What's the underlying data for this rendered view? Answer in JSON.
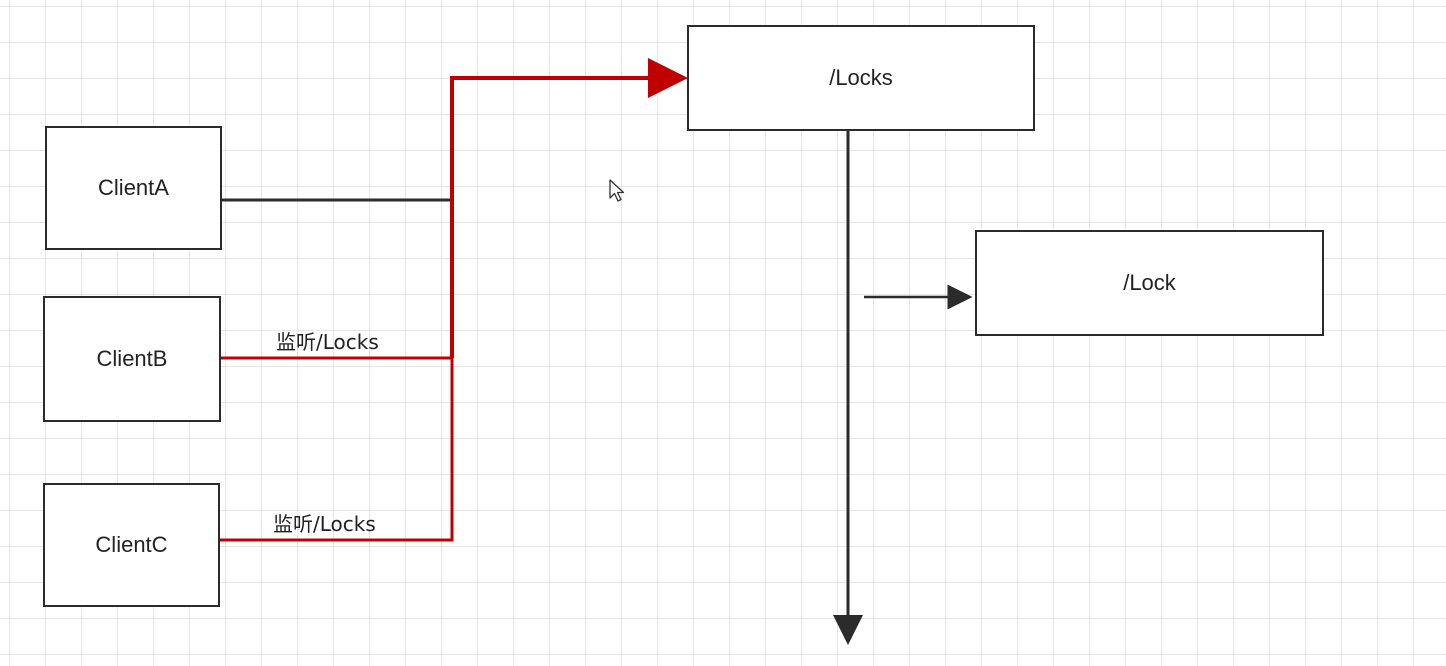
{
  "nodes": {
    "client_a": "ClientA",
    "client_b": "ClientB",
    "client_c": "ClientC",
    "locks": "/Locks",
    "lock": "/Lock"
  },
  "edge_labels": {
    "client_b_watch": "监听/Locks",
    "client_c_watch": "监听/Locks"
  },
  "colors": {
    "highlight_edge": "#c00000",
    "normal_edge": "#2b2b2b",
    "grid": "#e6e6e6"
  }
}
